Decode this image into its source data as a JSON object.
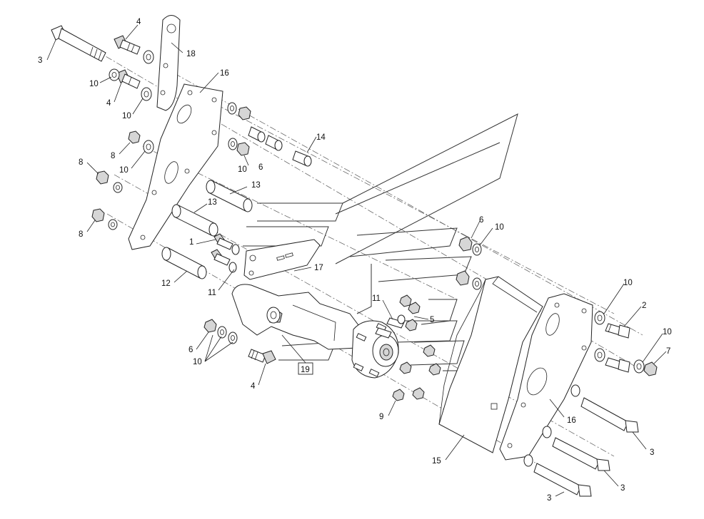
{
  "diagram": {
    "labels": {
      "l1": "1",
      "l2": "2",
      "l3a": "3",
      "l3b": "3",
      "l3c": "3",
      "l3d": "3",
      "l4a": "4",
      "l4b": "4",
      "l4c": "4",
      "l5": "5",
      "l6a": "6",
      "l6b": "6",
      "l6c": "6",
      "l7": "7",
      "l8a": "8",
      "l8b": "8",
      "l8c": "8",
      "l9": "9",
      "l10a": "10",
      "l10b": "10",
      "l10c": "10",
      "l10d": "10",
      "l10e": "10",
      "l10f": "10",
      "l10g": "10",
      "l10h": "10",
      "l11a": "11",
      "l11b": "11",
      "l12": "12",
      "l13a": "13",
      "l13b": "13",
      "l14": "14",
      "l15": "15",
      "l16a": "16",
      "l16b": "16",
      "l17": "17",
      "l18": "18",
      "l19": "19"
    }
  }
}
